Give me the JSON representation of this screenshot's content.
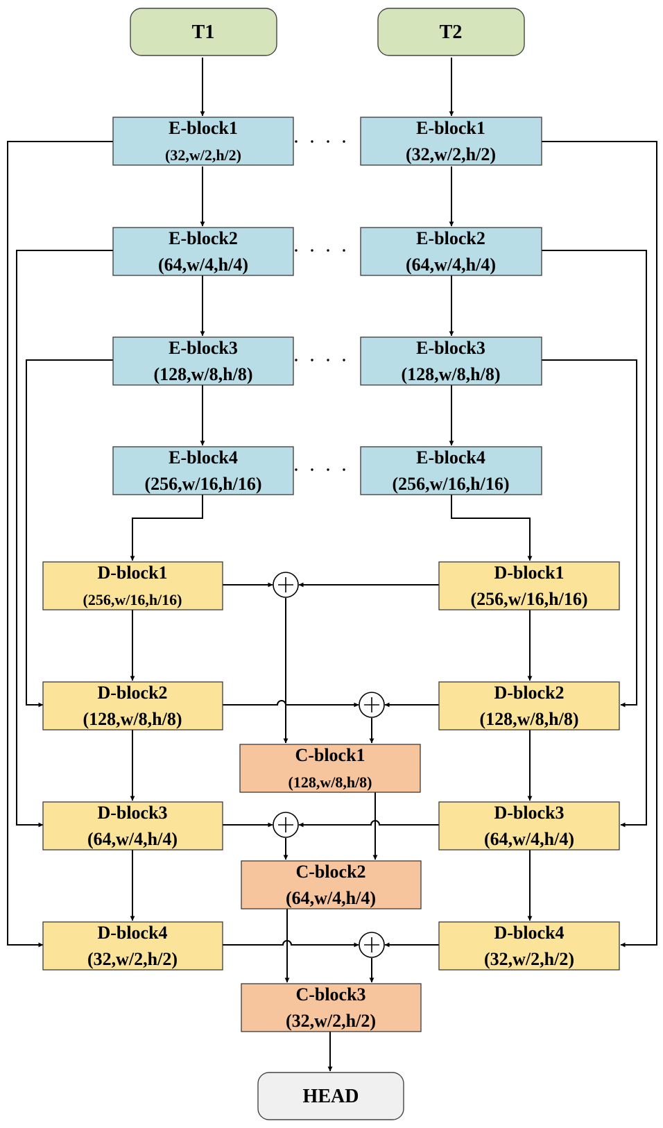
{
  "colors": {
    "input": "#d6e4bc",
    "encoder": "#b8dde6",
    "decoder": "#fbe39a",
    "combine": "#f6c49d",
    "head": "#f0f0f0"
  },
  "inputs": {
    "t1": "T1",
    "t2": "T2"
  },
  "encoder_left": [
    {
      "name": "E-block1",
      "shape": "(32,w/2,h/2)"
    },
    {
      "name": "E-block2",
      "shape": "(64,w/4,h/4)"
    },
    {
      "name": "E-block3",
      "shape": "(128,w/8,h/8)"
    },
    {
      "name": "E-block4",
      "shape": "(256,w/16,h/16)"
    }
  ],
  "encoder_right": [
    {
      "name": "E-block1",
      "shape": "(32,w/2,h/2)"
    },
    {
      "name": "E-block2",
      "shape": "(64,w/4,h/4)"
    },
    {
      "name": "E-block3",
      "shape": "(128,w/8,h/8)"
    },
    {
      "name": "E-block4",
      "shape": "(256,w/16,h/16)"
    }
  ],
  "decoder_left": [
    {
      "name": "D-block1",
      "shape": "(256,w/16,h/16)"
    },
    {
      "name": "D-block2",
      "shape": "(128,w/8,h/8)"
    },
    {
      "name": "D-block3",
      "shape": "(64,w/4,h/4)"
    },
    {
      "name": "D-block4",
      "shape": "(32,w/2,h/2)"
    }
  ],
  "decoder_right": [
    {
      "name": "D-block1",
      "shape": "(256,w/16,h/16)"
    },
    {
      "name": "D-block2",
      "shape": "(128,w/8,h/8)"
    },
    {
      "name": "D-block3",
      "shape": "(64,w/4,h/4)"
    },
    {
      "name": "D-block4",
      "shape": "(32,w/2,h/2)"
    }
  ],
  "combine": [
    {
      "name": "C-block1",
      "shape": "(128,w/8,h/8)"
    },
    {
      "name": "C-block2",
      "shape": "(64,w/4,h/4)"
    },
    {
      "name": "C-block3",
      "shape": "(32,w/2,h/2)"
    }
  ],
  "head": "HEAD",
  "sum_icon": "circle-plus-icon",
  "ellipsis_icon": "horizontal-ellipsis-icon"
}
